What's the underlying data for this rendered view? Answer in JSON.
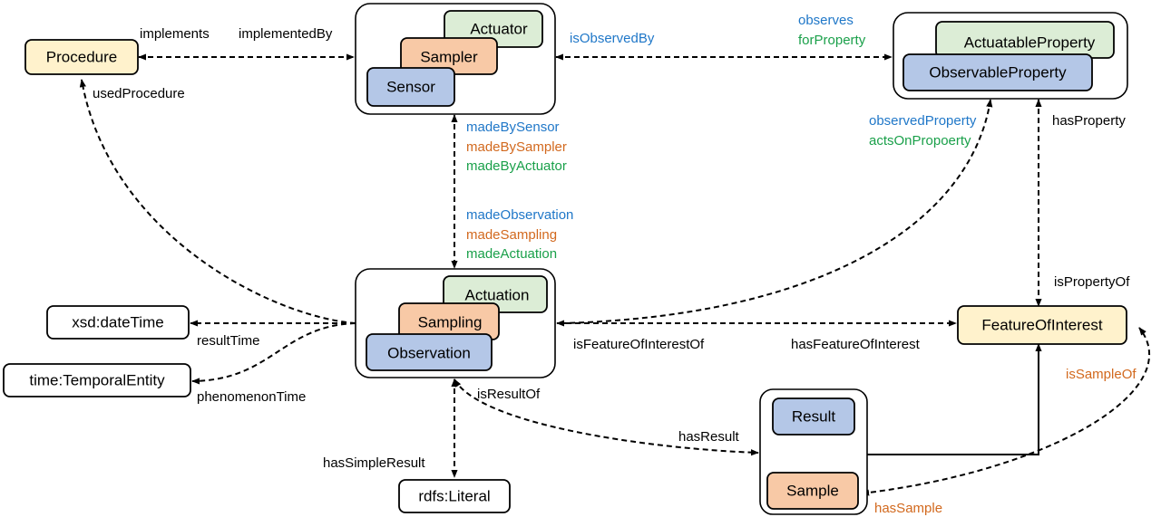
{
  "colors": {
    "blue": "#1f77c8",
    "orange": "#d2691e",
    "green": "#1aa04a",
    "black": "#000000",
    "fill_yellow": "#fff2cc",
    "fill_green": "#dcedd6",
    "fill_orange": "#f8c9a6",
    "fill_blue": "#b4c7e7",
    "fill_white": "#ffffff"
  },
  "nodes": {
    "procedure": "Procedure",
    "actuator": "Actuator",
    "sampler": "Sampler",
    "sensor": "Sensor",
    "actuatable_property": "ActuatableProperty",
    "observable_property": "ObservableProperty",
    "actuation": "Actuation",
    "sampling": "Sampling",
    "observation": "Observation",
    "feature_of_interest": "FeatureOfInterest",
    "xsd_datetime": "xsd:dateTime",
    "time_temporal_entity": "time:TemporalEntity",
    "rdfs_literal": "rdfs:Literal",
    "result": "Result",
    "sample": "Sample"
  },
  "labels": {
    "implements": "implements",
    "implemented_by": "implementedBy",
    "used_procedure": "usedProcedure",
    "is_observed_by": "isObservedBy",
    "observes": "observes",
    "for_property": "forProperty",
    "has_property": "hasProperty",
    "observed_property": "observedProperty",
    "acts_on_property": "actsOnPropoerty",
    "made_by_sensor": "madeBySensor",
    "made_by_sampler": "madeBySampler",
    "made_by_actuator": "madeByActuator",
    "made_observation": "madeObservation",
    "made_sampling": "madeSampling",
    "made_actuation": "madeActuation",
    "is_property_of": "isPropertyOf",
    "result_time": "resultTime",
    "phenomenon_time": "phenomenonTime",
    "is_feature_of_interest_of": "isFeatureOfInterestOf",
    "has_feature_of_interest": "hasFeatureOfInterest",
    "is_sample_of": "isSampleOf",
    "is_result_of": "isResultOf",
    "has_result": "hasResult",
    "has_simple_result": "hasSimpleResult",
    "has_sample": "hasSample"
  }
}
